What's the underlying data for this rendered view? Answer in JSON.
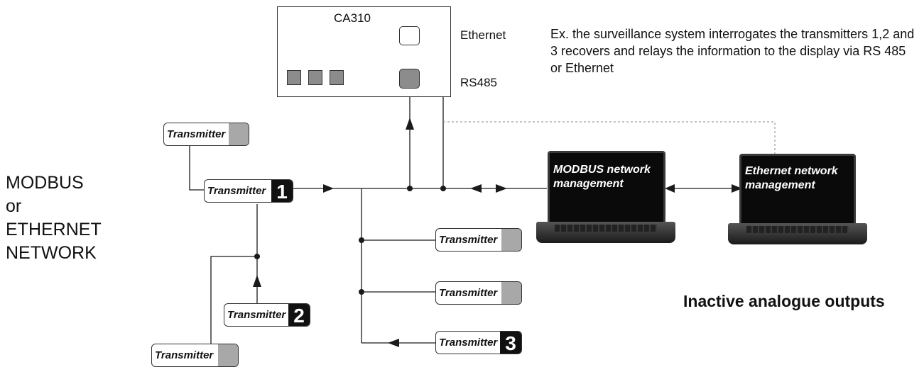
{
  "side_label": [
    "MODBUS",
    "or",
    "ETHERNET",
    "NETWORK"
  ],
  "device": {
    "name": "CA310",
    "ethernet_label": "Ethernet",
    "rs485_label": "RS485"
  },
  "note": "Ex. the surveillance system interrogates the transmitters 1,2 and 3 recovers and relays the information to the display via RS 485 or Ethernet",
  "transmitter_label": "Transmitter",
  "transmitter_numbers": {
    "one": "1",
    "two": "2",
    "three": "3"
  },
  "laptops": {
    "modbus": {
      "line1": "MODBUS network",
      "line2": "management"
    },
    "ethernet": {
      "line1": "Ethernet network",
      "line2": "management"
    }
  },
  "inactive_outputs": "Inactive analogue outputs",
  "colors": {
    "wire": "#1a1a1a",
    "port_fill": "#8c8c8c",
    "cap_fill": "#a8a8a8",
    "dotted": "#888888"
  }
}
